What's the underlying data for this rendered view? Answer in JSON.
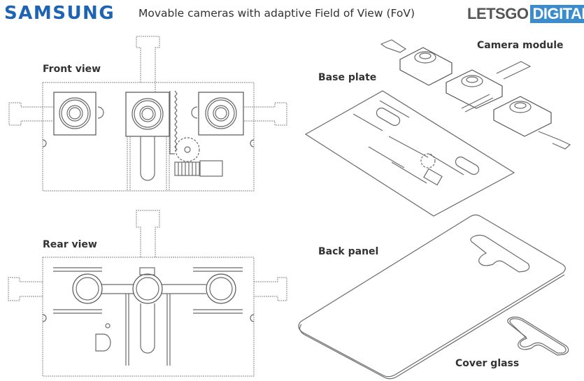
{
  "header": {
    "brand": "SAMSUNG",
    "title": "Movable cameras with adaptive Field of View (FoV)",
    "source_logo_part1": "LETSGO",
    "source_logo_part2": "DIGITAL"
  },
  "colors": {
    "samsung_blue": "#1f63b3",
    "letsgo_grey": "#555555",
    "digital_blue": "#3a8ccf"
  },
  "labels": {
    "front_view": "Front view",
    "rear_view": "Rear view",
    "base_plate": "Base plate",
    "camera_module": "Camera module",
    "back_panel": "Back panel",
    "cover_glass": "Cover glass"
  }
}
